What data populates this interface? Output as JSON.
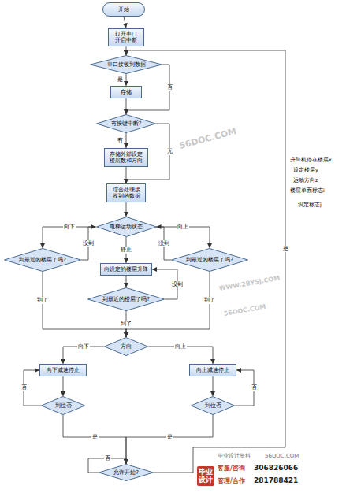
{
  "diagram": {
    "nodes": [
      {
        "text": [
          "开始"
        ]
      },
      {
        "text": [
          "打开串口 开启中断"
        ]
      },
      {
        "text": [
          "串口接收到数据"
        ]
      },
      {
        "text": [
          "存储"
        ]
      },
      {
        "text": [
          "有按键中断?"
        ]
      },
      {
        "text": [
          "存储外部设定楼层数和方向"
        ]
      },
      {
        "text": [
          "综合处理接收到的数据"
        ]
      },
      {
        "text": [
          "电梯运动状态"
        ]
      },
      {
        "text": [
          "到最近的楼层了吗?"
        ]
      },
      {
        "text": [
          "到最近的楼层了吗?"
        ]
      },
      {
        "text": [
          "向设定的楼层升降"
        ]
      },
      {
        "text": [
          "到最近的楼层了吗?"
        ]
      },
      {
        "text": [
          "方向"
        ]
      },
      {
        "text": [
          "向下减速停止"
        ]
      },
      {
        "text": [
          "向上减速停止"
        ]
      },
      {
        "text": [
          "到位否"
        ]
      },
      {
        "text": [
          "到位否"
        ]
      },
      {
        "text": [
          "允许开始?"
        ]
      }
    ],
    "edges": [
      {
        "from": 0,
        "to": 1,
        "arrow": "to"
      },
      {
        "from": 1,
        "to": 2,
        "arrow": "to"
      },
      {
        "from": 2,
        "to": 3,
        "label": "是",
        "arrow": "to"
      },
      {
        "from": 2,
        "to": 4,
        "label": "否",
        "arrow": "to"
      },
      {
        "from": 3,
        "to": 4,
        "arrow": "to"
      },
      {
        "from": 4,
        "to": 5,
        "label": "有",
        "arrow": "to"
      },
      {
        "from": 4,
        "to": 6,
        "label": "无",
        "arrow": "to"
      },
      {
        "from": 5,
        "to": 6,
        "arrow": "to"
      },
      {
        "from": 6,
        "to": 7,
        "arrow": "to"
      },
      {
        "from": 7,
        "to": 8,
        "label": "向下",
        "arrow": "to"
      },
      {
        "from": 7,
        "to": 10,
        "label": "静止",
        "arrow": "to"
      },
      {
        "from": 7,
        "to": 9,
        "label": "向上",
        "arrow": "to"
      },
      {
        "from": 8,
        "to": 7,
        "label": "没到",
        "arrow": "to"
      },
      {
        "from": 9,
        "to": 7,
        "label": "没到",
        "arrow": "to"
      },
      {
        "from": 10,
        "to": 11,
        "arrow": "to"
      },
      {
        "from": 11,
        "to": 10,
        "label": "没到",
        "arrow": "to"
      },
      {
        "from": 8,
        "to": 12,
        "label": "到了",
        "arrow": "to"
      },
      {
        "from": 11,
        "to": 12,
        "label": "到了",
        "arrow": "to"
      },
      {
        "from": 9,
        "to": 12,
        "label": "到了",
        "arrow": "to"
      },
      {
        "from": 12,
        "to": 13,
        "label": "向下",
        "arrow": "to"
      },
      {
        "from": 12,
        "to": 14,
        "label": "向上",
        "arrow": "to"
      },
      {
        "from": 13,
        "to": 15,
        "arrow": "to"
      },
      {
        "from": 14,
        "to": 16,
        "arrow": "to"
      },
      {
        "from": 15,
        "to": 13,
        "label": "否",
        "arrow": "to"
      },
      {
        "from": 16,
        "to": 14,
        "label": "否",
        "arrow": "to"
      },
      {
        "from": 15,
        "to": 17,
        "label": "是",
        "arrow": "to"
      },
      {
        "from": 16,
        "to": 17,
        "label": "是",
        "arrow": "to"
      },
      {
        "from": 17,
        "to": 2,
        "label": "是",
        "arrow": "to"
      },
      {
        "from": 17,
        "to": 17,
        "label": "否",
        "arrow": "to"
      }
    ],
    "labels": [
      "升降机停在楼层x",
      "设定楼层y",
      "运动方向z",
      "楼层单面标志i",
      "设定标志j",
      "56DOC.COM",
      "WWW.2BYSJ.COM",
      "56DOC.COM",
      "毕业设计",
      "毕业设计资料",
      "56DOC.COM",
      "客服/咨询",
      "306826066",
      "管理/合作",
      "281788421"
    ]
  }
}
